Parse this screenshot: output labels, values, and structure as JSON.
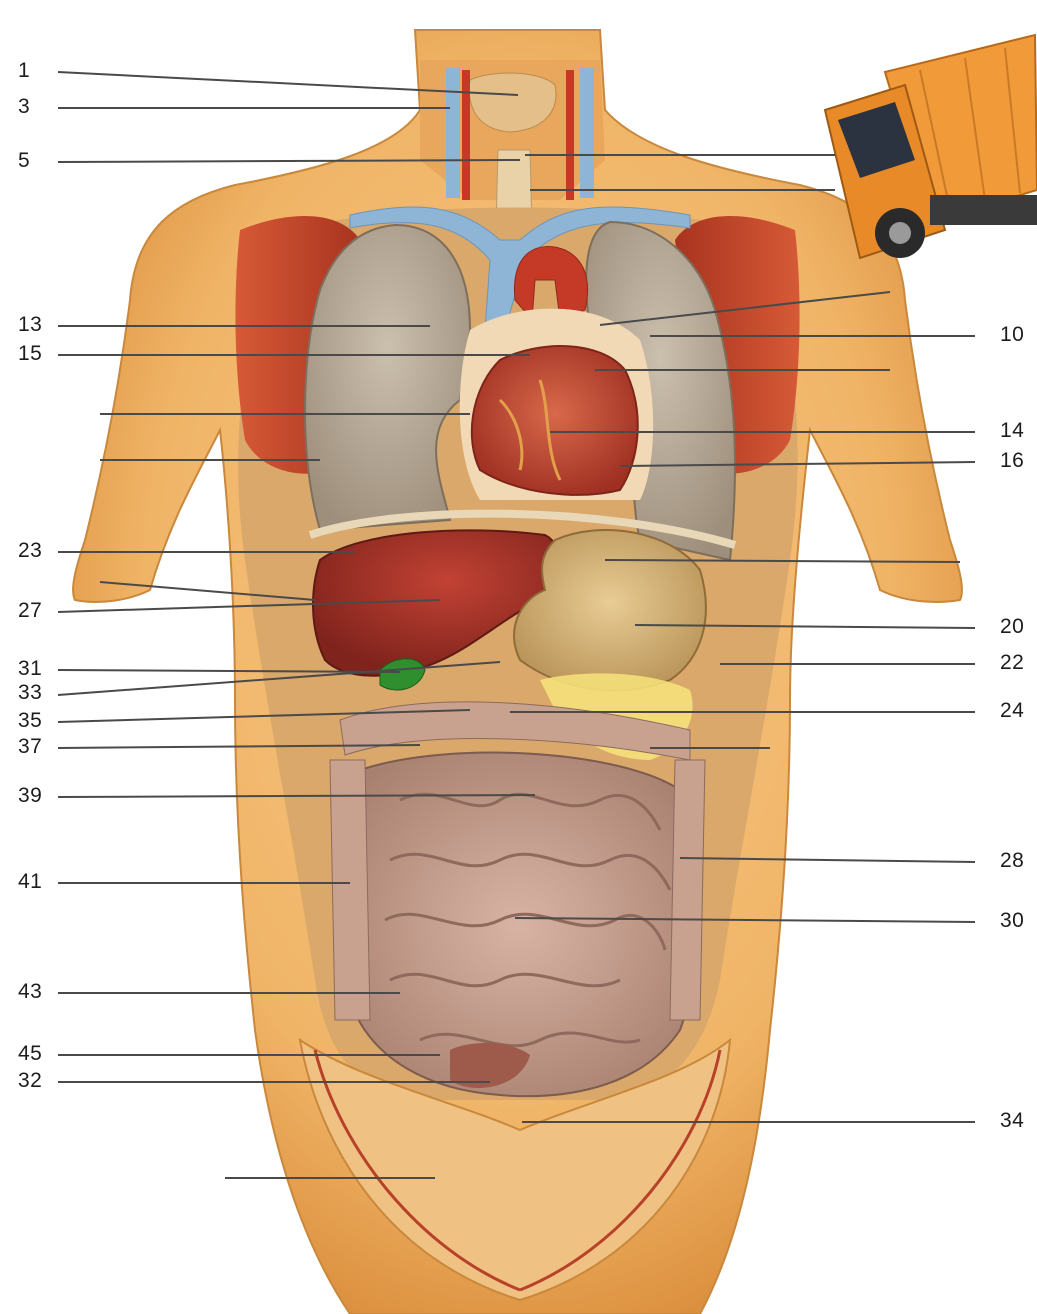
{
  "colors": {
    "skin": "#f2b86a",
    "skin_shade": "#d98c3a",
    "muscle": "#c9472e",
    "lung": "#b8aa95",
    "heart": "#b7412e",
    "liver": "#9e2f26",
    "stomach": "#d9b67a",
    "intestine": "#c9a090",
    "gallbladder": "#2f8f2f",
    "vein": "#8fb5d6",
    "leader_line": "#4a4a4a",
    "truck_cargo": "#f09a3a",
    "truck_cab": "#e88a28"
  },
  "left_labels": [
    "1",
    "3",
    "5",
    "13",
    "15",
    "23",
    "27",
    "31",
    "33",
    "35",
    "37",
    "39",
    "41",
    "43",
    "45",
    "32"
  ],
  "right_labels": [
    "10",
    "14",
    "16",
    "20",
    "22",
    "24",
    "28",
    "30",
    "34"
  ],
  "inset_image": {
    "icon": "garbage-truck-icon"
  }
}
